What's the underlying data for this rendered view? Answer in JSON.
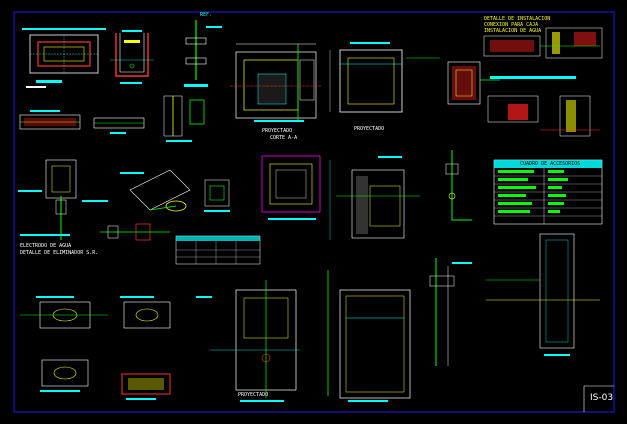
{
  "sheet": {
    "number": "IS-03",
    "colors": {
      "background": "#000000",
      "frame": "#0000ff",
      "cyan": "#00ffff",
      "green": "#00ff00",
      "yellow": "#ffff00",
      "red": "#ff0000",
      "white": "#ffffff",
      "magenta": "#ff00ff"
    }
  },
  "titles": {
    "tank_section_a": "PROYECTADO",
    "tank_section_a_sub": "CORTE A-A",
    "tank_section_b": "PROYECTADO",
    "meter_detail_1": "ELECTRODO DE AGUA",
    "meter_detail_2": "DETALLE DE ELIMINADOR S.R.",
    "plan_bottom": "PROYECTADO"
  },
  "notes": {
    "top_right_1": "DETALLE DE INSTALACION",
    "top_right_2": "CONEXION PARA CAJA",
    "top_right_3": "INSTALACION DE AGUA",
    "ref_note": "REF."
  },
  "table": {
    "header": "CUADRO DE ACCESORIOS"
  }
}
